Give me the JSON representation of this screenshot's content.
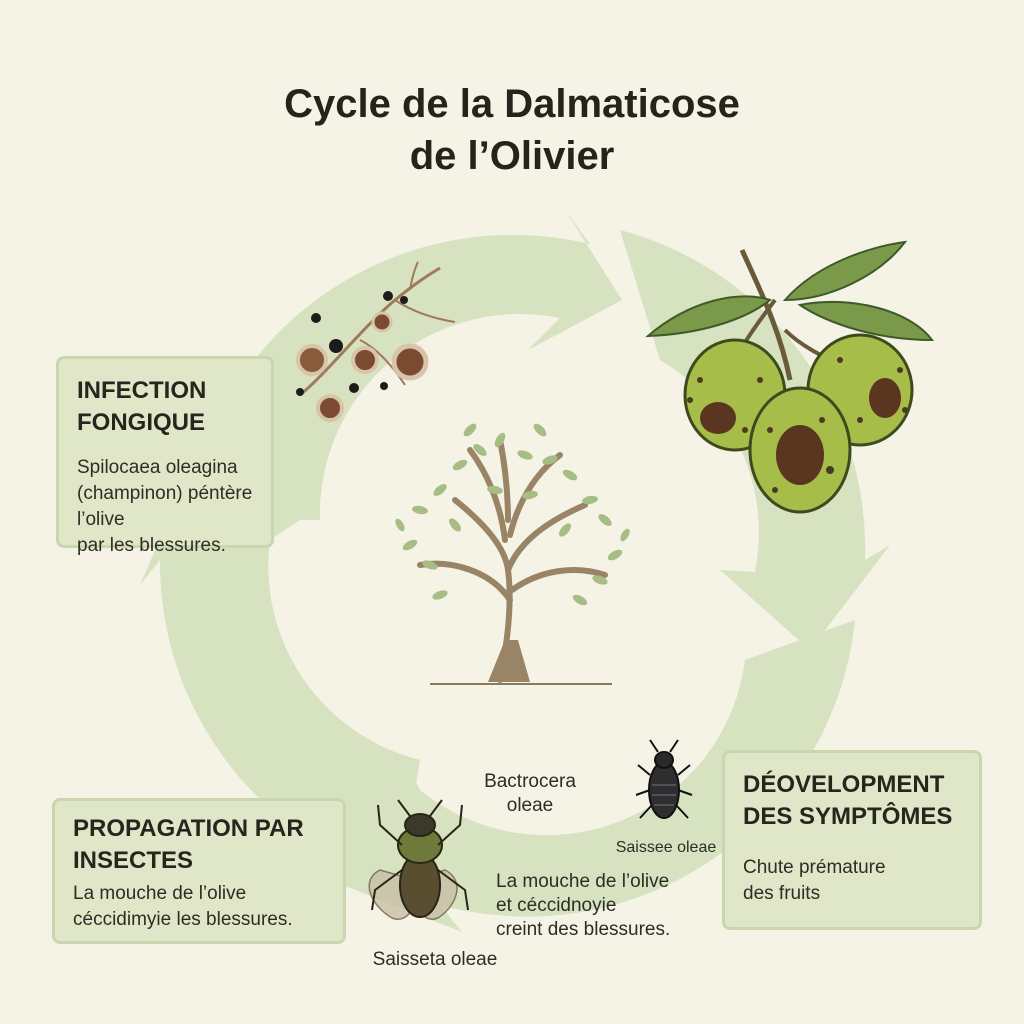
{
  "title": {
    "line1": "Cycle de la Dalmaticose",
    "line2": "de l’Olivier"
  },
  "stages": {
    "infection": {
      "heading_line1": "INFECTION",
      "heading_line2": "FONGIQUE",
      "text_line1": "Spilocaea oleagina",
      "text_line2": "(champinon) péntère l’olive",
      "text_line3": "par les blessures."
    },
    "symptoms": {
      "heading_line1": "DÉOVELOPMENT",
      "heading_line2": "DES SYMPTÔMES",
      "text_line1": "Chute prémature",
      "text_line2": "des fruits"
    },
    "propagation": {
      "heading_line1": "PROPAGATION PAR",
      "heading_line2": "INSECTES",
      "text_line1": "La mouche de l’olive",
      "text_line2": "céccidimyie les blessures."
    }
  },
  "labels": {
    "bactrocera_line1": "Bactrocera",
    "bactrocera_line2": "oleae",
    "saissee": "Saissee oleae",
    "mouche_line1": "La mouche de l’olive",
    "mouche_line2": "et céccidnoyie",
    "mouche_line3": "creint des blessures.",
    "saisseta": "Saisseta oleae"
  },
  "colors": {
    "background": "#f5f3e6",
    "cycle_arrows": "#d6e2c0",
    "box_fill": "#dfe7c8",
    "box_border": "#c9d6ae",
    "olive_green": "#a7bd4a",
    "olive_spot": "#5a3520"
  },
  "icons": [
    "fungal-spores-icon",
    "infected-olives-icon",
    "olive-tree-icon",
    "olive-fly-icon",
    "black-scale-insect-icon"
  ]
}
